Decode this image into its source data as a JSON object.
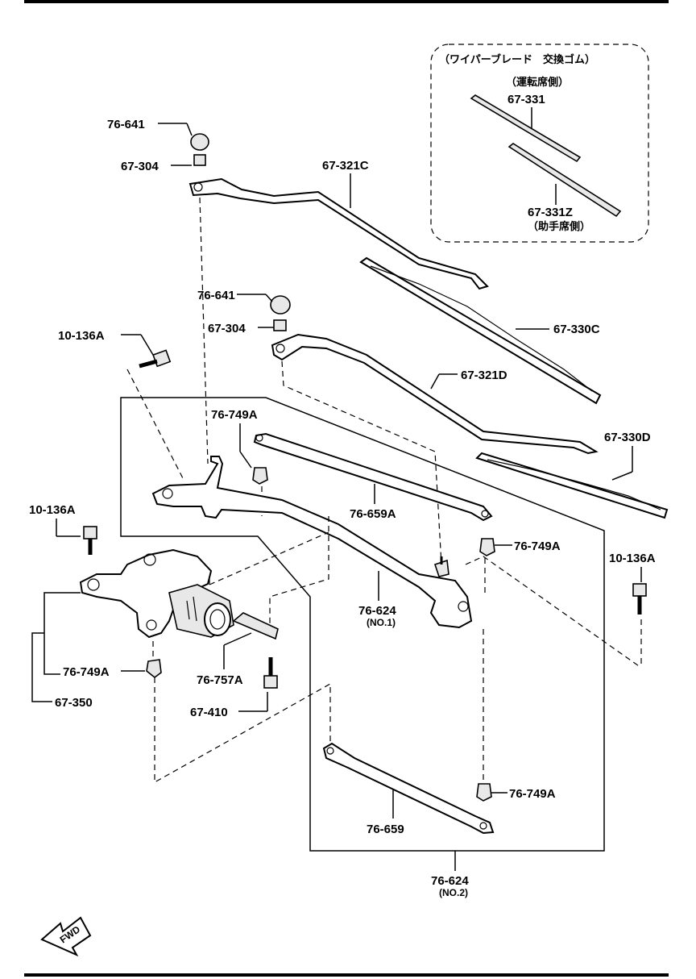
{
  "inset": {
    "title": "（ワイパーブレード　交換ゴム）",
    "driver_side": "（運転席側）",
    "passenger_side": "（助手席側）",
    "part_331": "67-331",
    "part_331z": "67-331Z"
  },
  "labels": {
    "p76_641_top": "76-641",
    "p67_304_top": "67-304",
    "p67_321c": "67-321C",
    "p76_641_mid": "76-641",
    "p67_304_mid": "67-304",
    "p67_330c": "67-330C",
    "p10_136a_top": "10-136A",
    "p67_321d": "67-321D",
    "p76_749a_top": "76-749A",
    "p67_330d": "67-330D",
    "p76_659a": "76-659A",
    "p10_136a_left": "10-136A",
    "p76_749a_right": "76-749A",
    "p10_136a_right": "10-136A",
    "p76_624_no1": "76-624",
    "no1": "(NO.1)",
    "p76_749a_left": "76-749A",
    "p76_757a": "76-757A",
    "p67_350": "67-350",
    "p67_410": "67-410",
    "p76_749a_bottom": "76-749A",
    "p76_659": "76-659",
    "p76_624_no2": "76-624",
    "no2": "(NO.2)"
  },
  "fwd": "FWD"
}
